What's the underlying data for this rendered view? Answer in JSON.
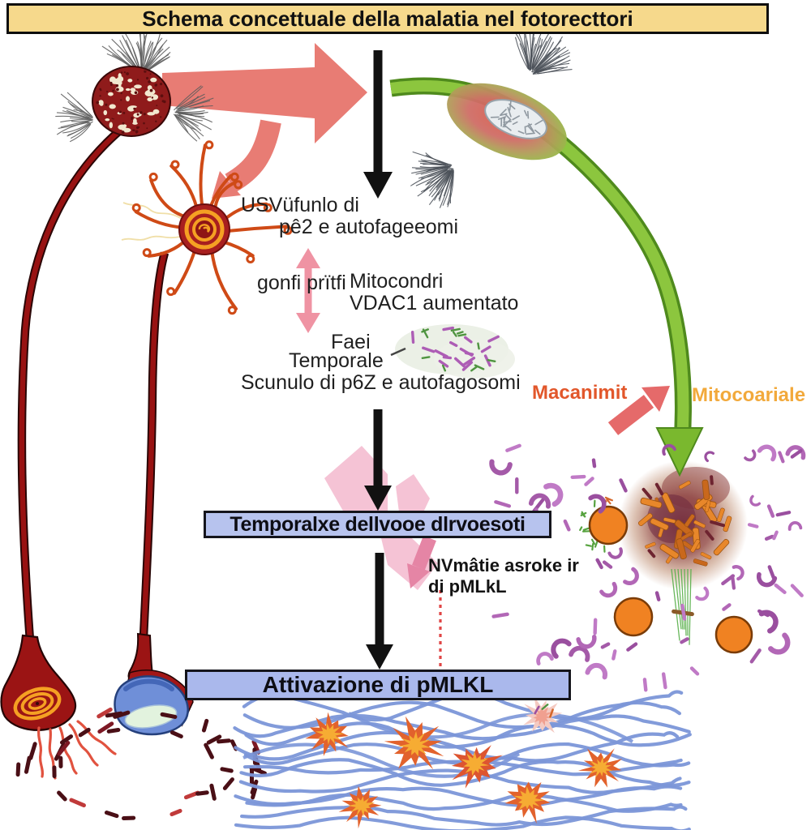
{
  "title": "Schema concettuale della malatia nel fotorecttori",
  "labels": {
    "dysfunction1": "USVüfunlo di",
    "dysfunction2": "pê2 e autofageeomi",
    "swollen": "gonfi prïtfi",
    "mito1": "Mitocondri",
    "mito2": "VDAC1 aumentato",
    "phase1": "Faei",
    "phase2": "Temporale",
    "phase3": "Scunulo di p6Z e autofagosomi",
    "mechanism": "Macanimit",
    "mitochondrial": "Mitocoariale",
    "note1": "NVmâtie asroke ir",
    "note2": "di pMLkL"
  },
  "boxes": {
    "timeline": "Temporalxe dellvooe dlrvoesoti",
    "activation": "Attivazione di pMLKL"
  },
  "colors": {
    "banner_bg": "#f6d98c",
    "box_bg": "#b3c0ee",
    "arrow_pink": "#e87c74",
    "arrow_green": "#8cc63e",
    "arrow_black": "#111111",
    "mechanism_text": "#e2572b",
    "mitochondrial_text": "#f2a93b",
    "purple_debris": "#a45aa8",
    "fiber_blue": "#7b96d8",
    "cell_dark_red": "#9b1414",
    "ring_orange": "#f5a023"
  }
}
